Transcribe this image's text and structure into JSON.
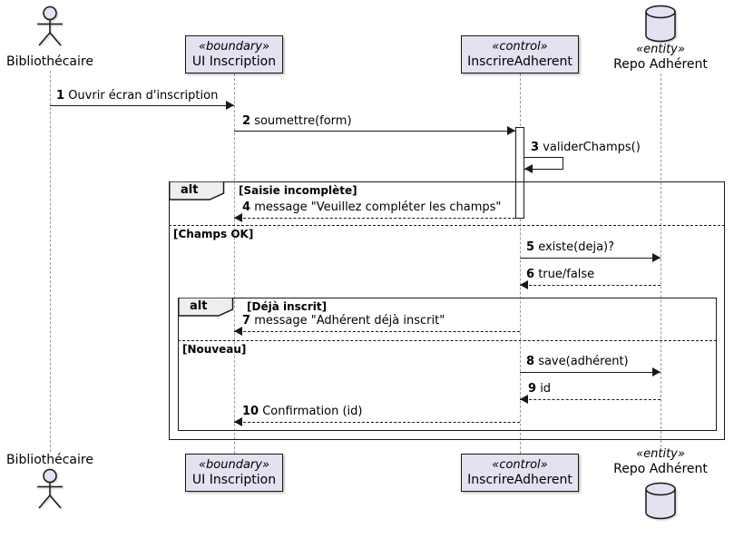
{
  "colors": {
    "background": "#ffffff",
    "participant_fill": "#E2E2F0",
    "border": "#181818",
    "fragment_tab_fill": "#EEEEEE",
    "lifeline": "#9a9a9a"
  },
  "participants": [
    {
      "id": "bibliothecaire",
      "kind": "actor",
      "stereotype": "",
      "name": "Bibliothécaire"
    },
    {
      "id": "ui-inscription",
      "kind": "boundary",
      "stereotype": "«boundary»",
      "name": "UI Inscription"
    },
    {
      "id": "inscrire-adherent",
      "kind": "control",
      "stereotype": "«control»",
      "name": "InscrireAdherent"
    },
    {
      "id": "repo-adherent",
      "kind": "entity",
      "stereotype": "«entity»",
      "name": "Repo Adhérent"
    }
  ],
  "messages": [
    {
      "num": "1",
      "label": "Ouvrir écran d'inscription",
      "from": "Bibliothécaire",
      "to": "UI Inscription",
      "style": "solid"
    },
    {
      "num": "2",
      "label": "soumettre(form)",
      "from": "UI Inscription",
      "to": "InscrireAdherent",
      "style": "solid"
    },
    {
      "num": "3",
      "label": "validerChamps()",
      "from": "InscrireAdherent",
      "to": "InscrireAdherent",
      "style": "self"
    },
    {
      "num": "4",
      "label": "message \"Veuillez compléter les champs\"",
      "from": "InscrireAdherent",
      "to": "UI Inscription",
      "style": "dashed"
    },
    {
      "num": "5",
      "label": "existe(deja)?",
      "from": "InscrireAdherent",
      "to": "Repo Adhérent",
      "style": "solid"
    },
    {
      "num": "6",
      "label": "true/false",
      "from": "Repo Adhérent",
      "to": "InscrireAdherent",
      "style": "dashed"
    },
    {
      "num": "7",
      "label": "message \"Adhérent déjà inscrit\"",
      "from": "InscrireAdherent",
      "to": "UI Inscription",
      "style": "dashed"
    },
    {
      "num": "8",
      "label": "save(adhérent)",
      "from": "InscrireAdherent",
      "to": "Repo Adhérent",
      "style": "solid"
    },
    {
      "num": "9",
      "label": "id",
      "from": "Repo Adhérent",
      "to": "InscrireAdherent",
      "style": "dashed"
    },
    {
      "num": "10",
      "label": "Confirmation (id)",
      "from": "InscrireAdherent",
      "to": "UI Inscription",
      "style": "dashed"
    }
  ],
  "fragments": [
    {
      "operator": "alt",
      "guards": [
        "[Saisie incomplète]",
        "[Champs OK]"
      ]
    },
    {
      "operator": "alt",
      "guards": [
        "[Déjà inscrit]",
        "[Nouveau]"
      ]
    }
  ]
}
